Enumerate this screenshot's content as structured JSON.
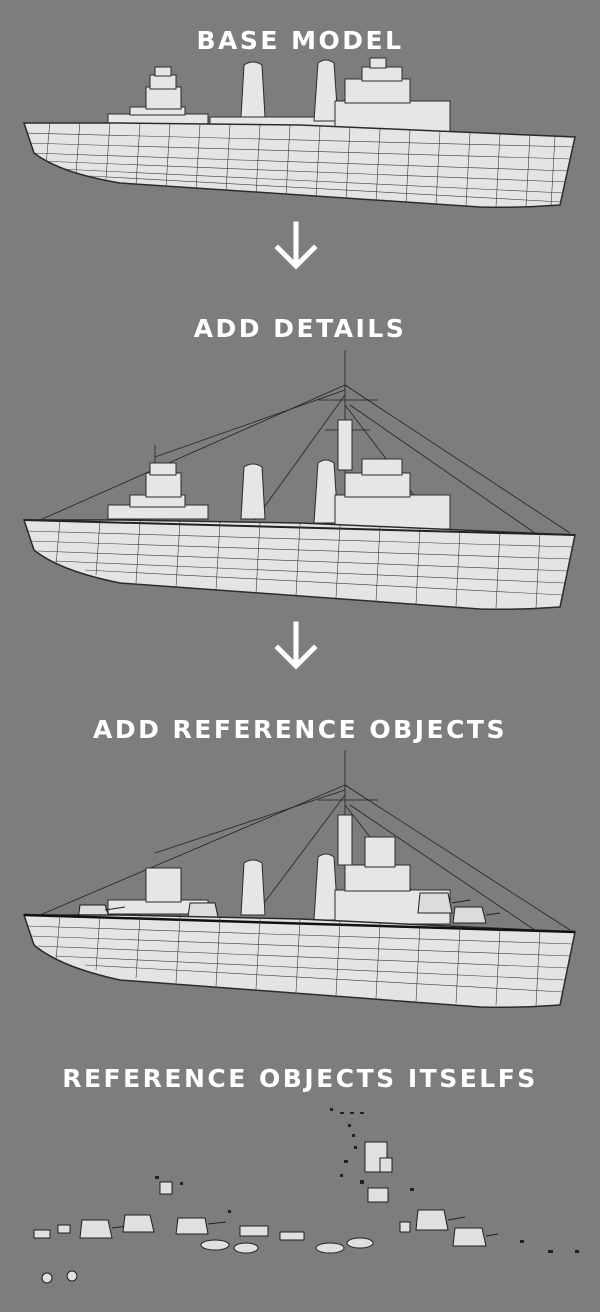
{
  "steps": [
    {
      "title": "BASE MODEL"
    },
    {
      "title": "ADD DETAILS"
    },
    {
      "title": "ADD REFERENCE OBJECTS"
    },
    {
      "title": "REFERENCE OBJECTS ITSELFS"
    }
  ],
  "icons": {
    "flow_arrow": "arrow-down-icon"
  },
  "colors": {
    "background": "#7d7d7d",
    "hull": "#e4e4e4",
    "wire": "#2b2b2b",
    "text": "#ffffff"
  }
}
